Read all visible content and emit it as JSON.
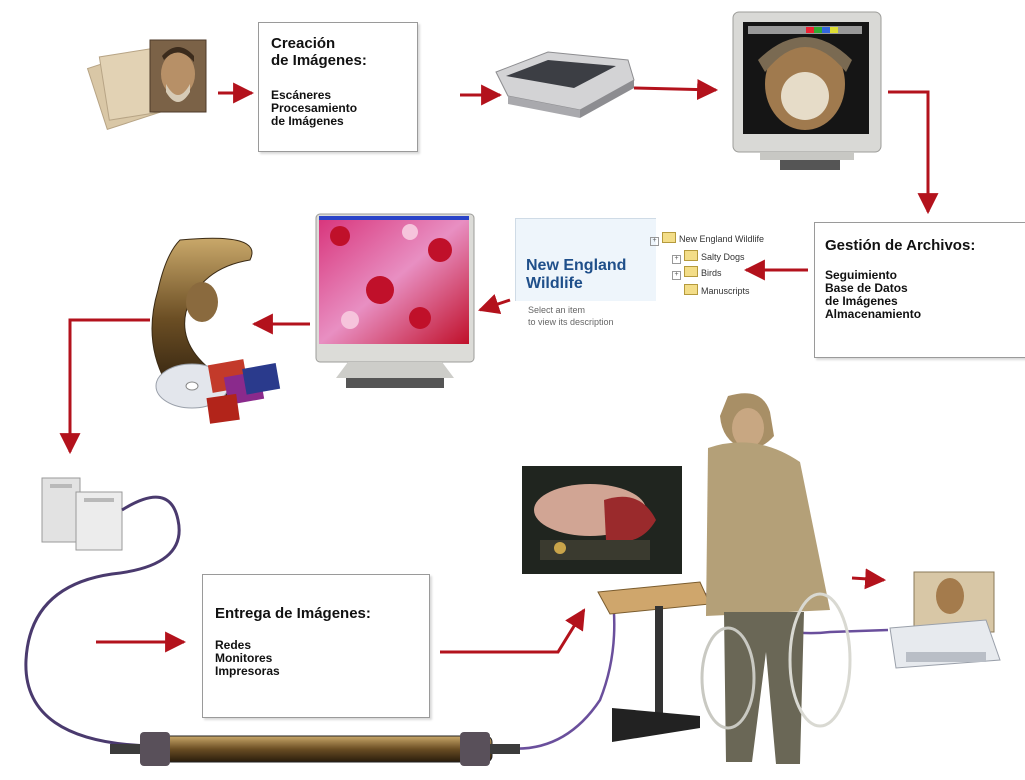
{
  "boxes": {
    "creation": {
      "title": "Creación\nde Imágenes:",
      "items": [
        "Escáneres",
        "Procesamiento",
        "de Imágenes"
      ]
    },
    "files": {
      "title": "Gestión de Archivos:",
      "items": [
        "Seguimiento",
        "Base de Datos",
        "de Imágenes",
        "Almacenamiento"
      ]
    },
    "delivery": {
      "title": "Entrega de Imágenes:",
      "items": [
        "Redes",
        "Monitores",
        "Impresoras"
      ]
    }
  },
  "browser": {
    "title": "New England\nWildlife",
    "hint": "Select an item\nto view its description",
    "tree": [
      "New England Wildlife",
      "Salty Dogs",
      "Birds",
      "Manuscripts"
    ]
  },
  "colors": {
    "arrow": "#b3121c",
    "cable": "#4a3a6e",
    "box_border": "#9a9a9a"
  },
  "icons": [
    "photos-stack-icon",
    "scanner-icon",
    "crt-monitor-icon",
    "folder-icon",
    "film-roll-icon",
    "cd-media-icon",
    "server-icon",
    "fiber-cable-icon",
    "photo-clip-icon",
    "fisherman-figure",
    "printer-icon"
  ]
}
